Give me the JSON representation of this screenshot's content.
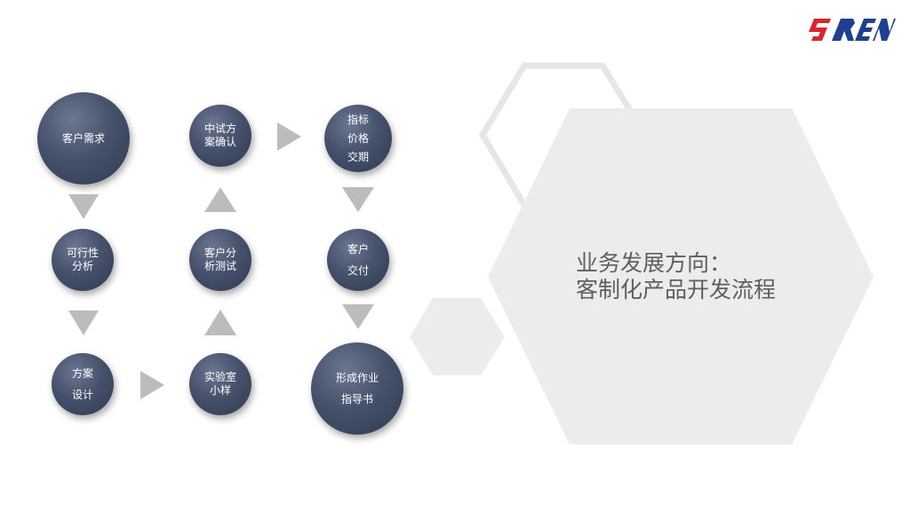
{
  "logo": {
    "text": "SREN",
    "colors": {
      "red": "#d9252b",
      "blue": "#1f3f93"
    }
  },
  "headline": {
    "line1": "业务发展方向：",
    "line2": "客制化产品开发流程"
  },
  "nodes": {
    "customer_demand": {
      "lines": [
        "客户需求"
      ]
    },
    "feasibility": {
      "lines": [
        "可行性",
        "分析"
      ]
    },
    "plan_design": {
      "lines": [
        "方案",
        "设计"
      ]
    },
    "lab_sample": {
      "lines": [
        "实验室",
        "小样"
      ]
    },
    "customer_test": {
      "lines": [
        "客户分",
        "析测试"
      ]
    },
    "pilot_confirm": {
      "lines": [
        "中试方",
        "案确认"
      ]
    },
    "spec_price": {
      "lines": [
        "指标",
        "价格",
        "交期"
      ]
    },
    "delivery": {
      "lines": [
        "客户",
        "交付"
      ]
    },
    "work_instruction": {
      "lines": [
        "形成作业",
        "指导书"
      ]
    }
  },
  "colors": {
    "node_fill": "#46526b",
    "arrow": "#bcbcbc",
    "hex_fill": "#ececec",
    "hex_outline": "#e6e6e6",
    "headline_text": "#5f5f5f"
  }
}
